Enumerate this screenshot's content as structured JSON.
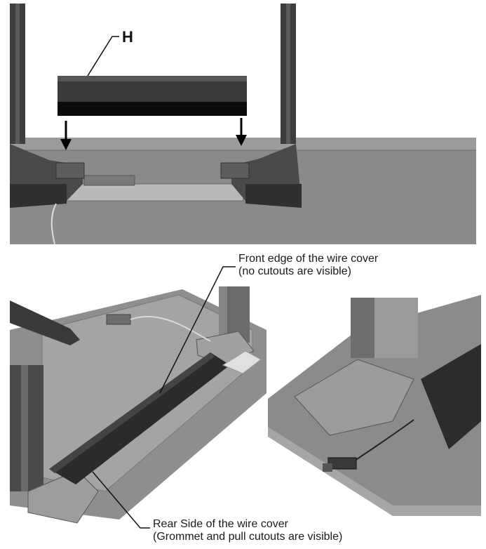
{
  "figure_top": {
    "part_label": "H"
  },
  "callouts": {
    "front_edge_line1": "Front edge of the wire cover",
    "front_edge_line2": "(no cutouts are visible)",
    "rear_side_line1": "Rear Side of the wire cover",
    "rear_side_line2": "(Grommet and pull cutouts are visible)"
  },
  "colors": {
    "panel_gray": "#8c8c8c",
    "dark_cover": "#2a2a2a",
    "leg_dark": "#3b3b3b",
    "frame_gray": "#a9a9a9"
  }
}
